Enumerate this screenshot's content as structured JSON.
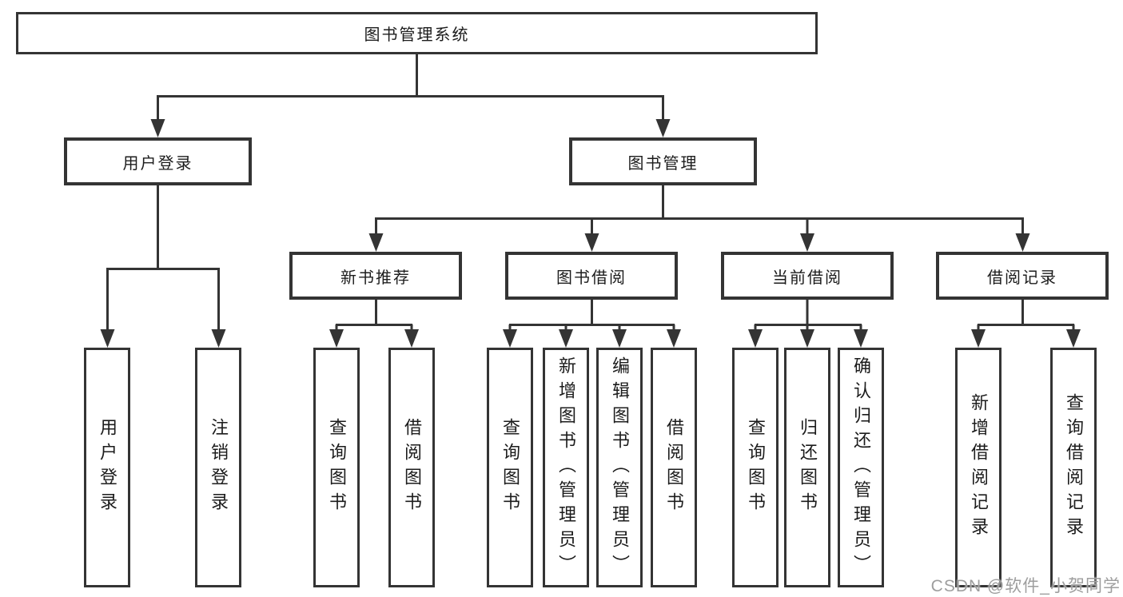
{
  "colors": {
    "line": "#343434",
    "border": "#343434",
    "text": "#1c1c1c",
    "watermark_text": "#9e9e9e",
    "background": "#ffffff"
  },
  "diagram": {
    "root": {
      "label": "图书管理系统"
    },
    "level2": [
      {
        "label": "用户登录"
      },
      {
        "label": "图书管理"
      }
    ],
    "level3": [
      {
        "label": "新书推荐",
        "parent": "图书管理"
      },
      {
        "label": "图书借阅",
        "parent": "图书管理"
      },
      {
        "label": "当前借阅",
        "parent": "图书管理"
      },
      {
        "label": "借阅记录",
        "parent": "图书管理"
      }
    ],
    "leaves": [
      {
        "label": "用户登录",
        "parent": "用户登录"
      },
      {
        "label": "注销登录",
        "parent": "用户登录"
      },
      {
        "label": "查询图书",
        "parent": "新书推荐"
      },
      {
        "label": "借阅图书",
        "parent": "新书推荐"
      },
      {
        "label": "查询图书",
        "parent": "图书借阅"
      },
      {
        "label": "新增图书（管理员）",
        "parent": "图书借阅"
      },
      {
        "label": "编辑图书（管理员）",
        "parent": "图书借阅"
      },
      {
        "label": "借阅图书",
        "parent": "图书借阅"
      },
      {
        "label": "查询图书",
        "parent": "当前借阅"
      },
      {
        "label": "归还图书",
        "parent": "当前借阅"
      },
      {
        "label": "确认归还（管理员）",
        "parent": "当前借阅"
      },
      {
        "label": "新增借阅记录",
        "parent": "借阅记录"
      },
      {
        "label": "查询借阅记录",
        "parent": "借阅记录"
      }
    ],
    "watermark": "CSDN @软件_小贺同学"
  }
}
